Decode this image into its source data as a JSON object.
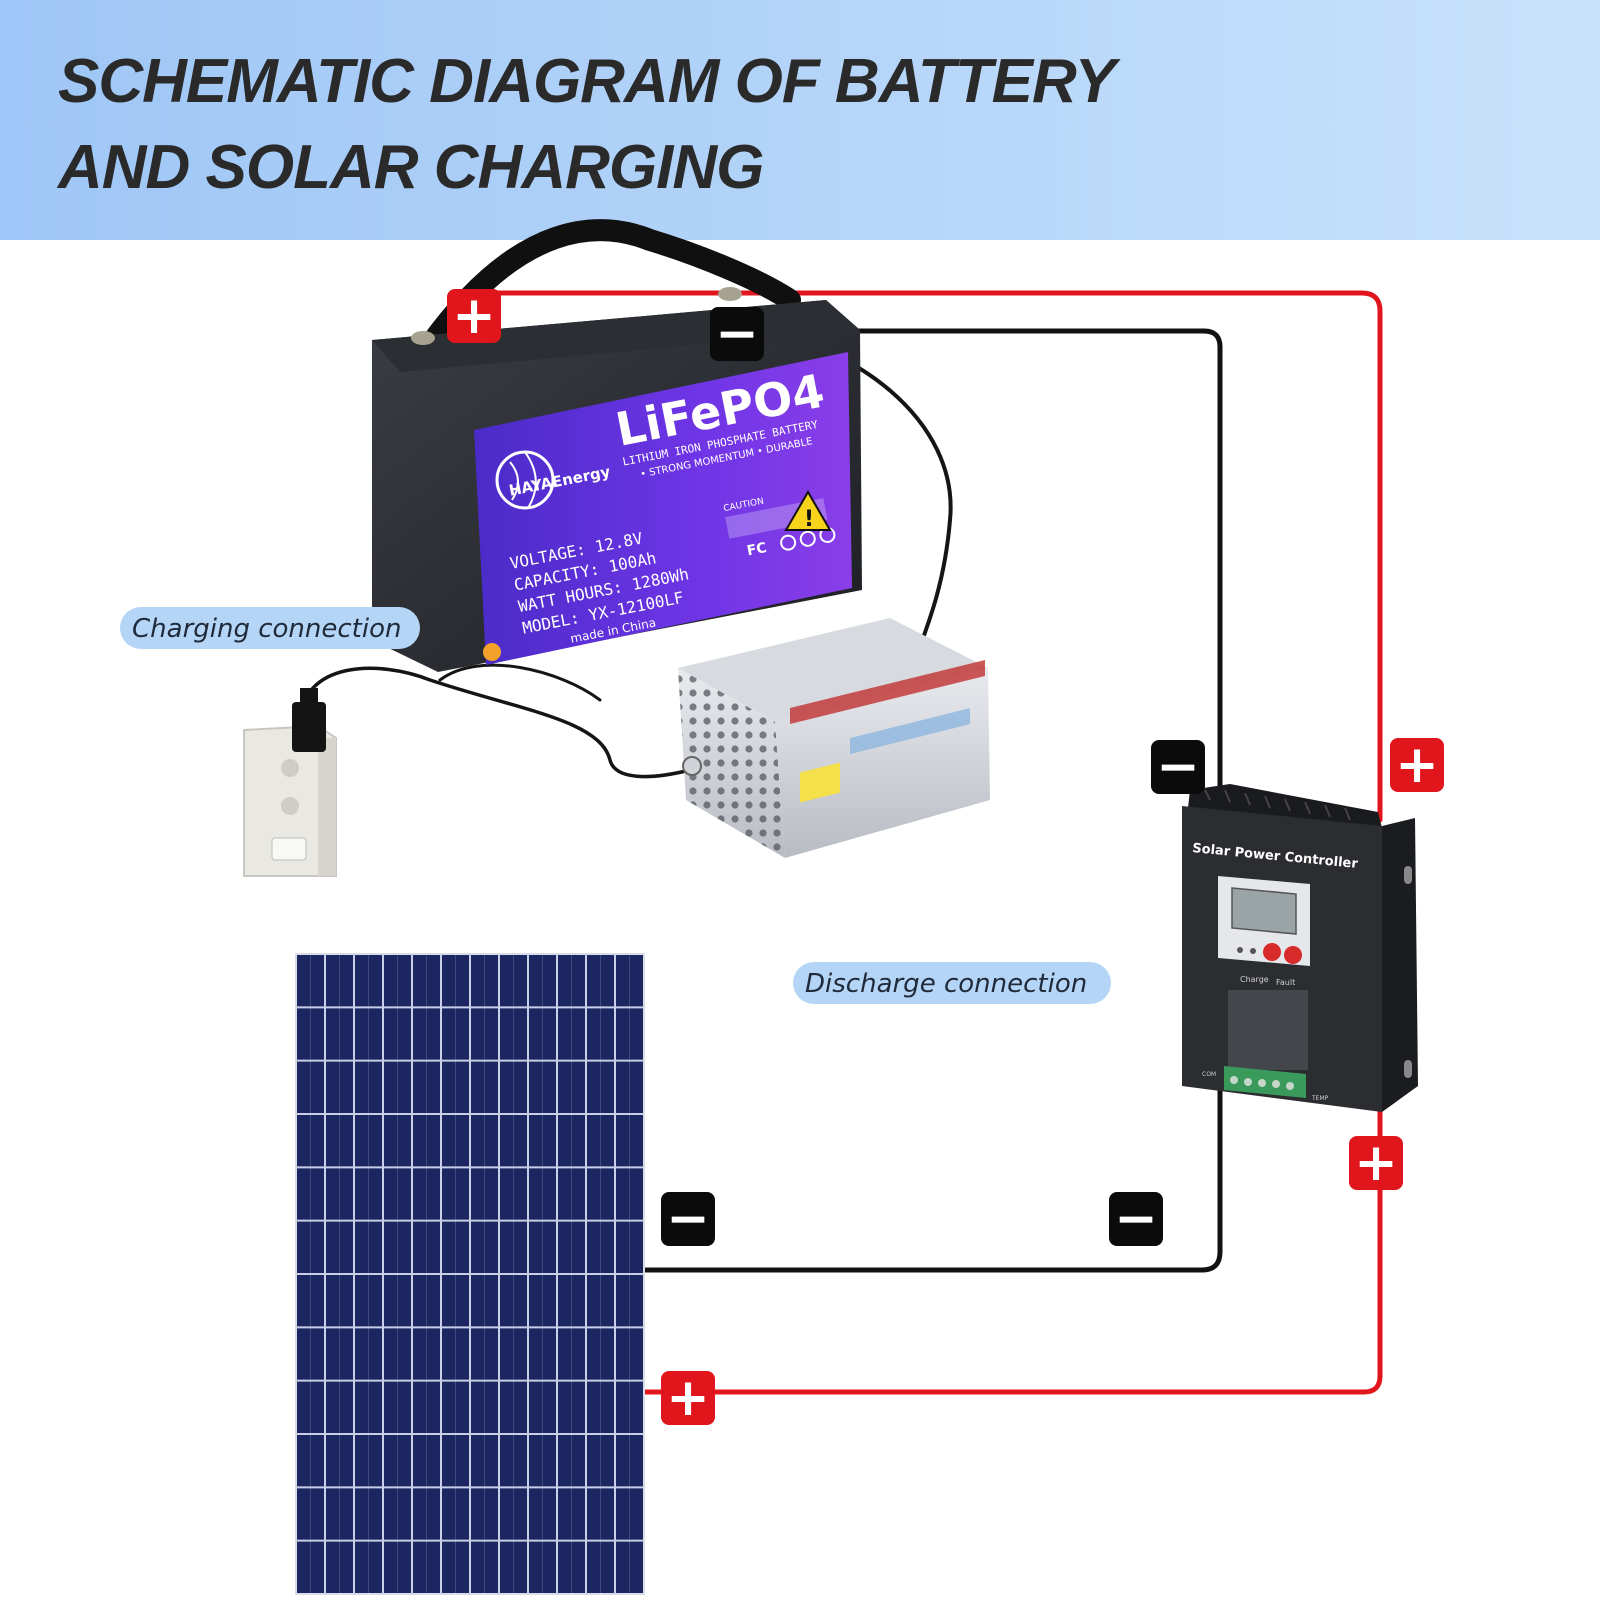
{
  "header": {
    "title_line1": "SCHEMATIC DIAGRAM OF BATTERY",
    "title_line2": "AND SOLAR CHARGING",
    "bg_gradient": [
      "#9ec6f6",
      "#c9e2fb"
    ]
  },
  "labels": {
    "charging": "Charging connection",
    "discharge": "Discharge connection",
    "pill_color": "#b5d5f6"
  },
  "battery": {
    "brand": "HAYAEnergy",
    "chemistry": "LiFePO4",
    "subtitle": "LITHIUM IRON PHOSPHATE BATTERY",
    "features": "• STRONG MOMENTUM   • DURABLE",
    "voltage": "VOLTAGE: 12.8V",
    "capacity": "CAPACITY: 100Ah",
    "watt_hours": "WATT HOURS: 1280Wh",
    "model": "MODEL: YX-12100LF",
    "origin": "made in China",
    "caution": "CAUTION",
    "cert": "FC",
    "label_color": "#5a2fd6"
  },
  "controller": {
    "name": "Solar Power Controller",
    "led_charge": "Charge",
    "led_fault": "Fault",
    "terminal_left": "COM",
    "terminal_right": "TEMP",
    "body_color": "#2b2d31"
  },
  "terminals": {
    "plus_symbol": "+",
    "minus_symbol": "−",
    "plus_color": "#e0161c",
    "minus_color": "#0b0b0b"
  },
  "wires": {
    "positive_color": "#e0161c",
    "negative_color": "#111111"
  },
  "panel": {
    "cell_color": "#1c2660",
    "grid_color": "#c9cfe6"
  },
  "icons": [
    "plus-terminal-icon",
    "minus-terminal-icon",
    "warning-icon",
    "globe-icon"
  ]
}
